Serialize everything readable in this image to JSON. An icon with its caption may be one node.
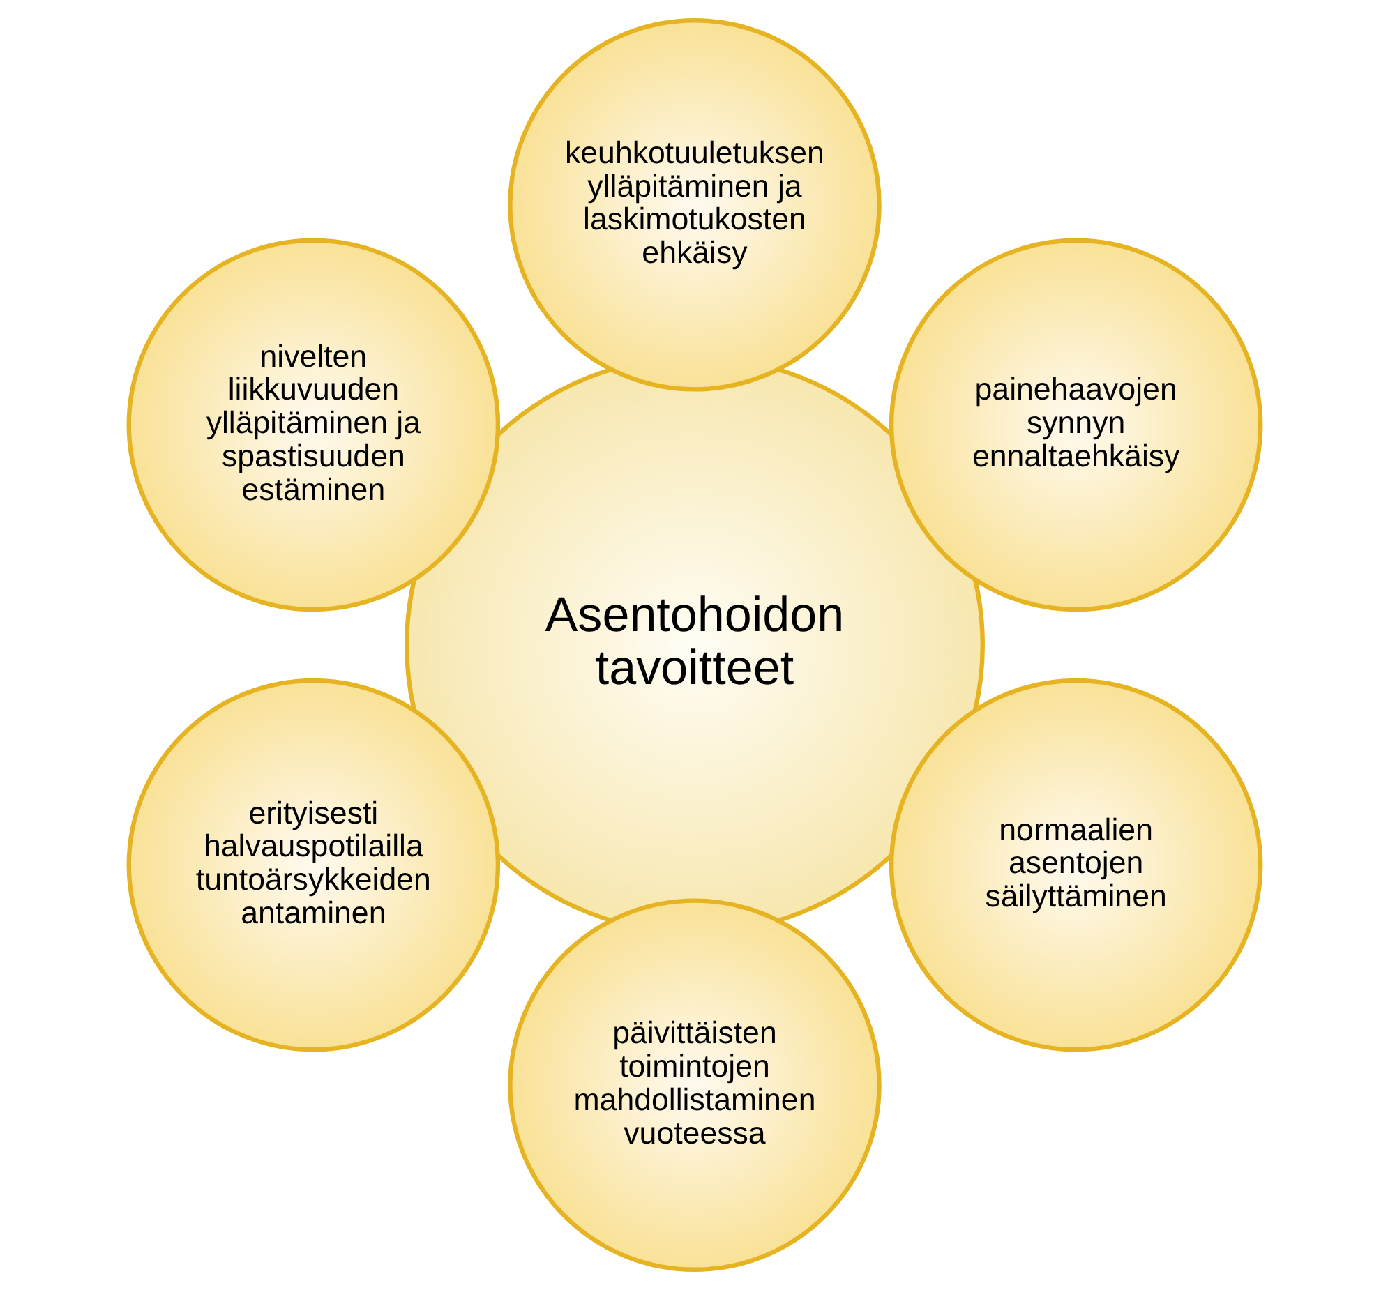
{
  "diagram": {
    "nodes": [
      {
        "text": [
          "Asentohoidon tavoitteet"
        ]
      },
      {
        "text": [
          "painehaavojen synnyn ennaltaehkäisy"
        ]
      },
      {
        "text": [
          "keuhkotuuletuksen ylläpitäminen ja laskimotukosten ehkäisy"
        ]
      },
      {
        "text": [
          "nivelten liikkuvuuden ylläpitäminen ja spastisuuden estäminen"
        ]
      },
      {
        "text": [
          "erityisesti halvauspotilailla tuntoärsykkeiden antaminen"
        ]
      },
      {
        "text": [
          "päivittäisten toimintojen mahdollistaminen vuoteessa"
        ]
      },
      {
        "text": [
          "normaalien asentojen säilyttäminen"
        ]
      }
    ],
    "edges": []
  }
}
